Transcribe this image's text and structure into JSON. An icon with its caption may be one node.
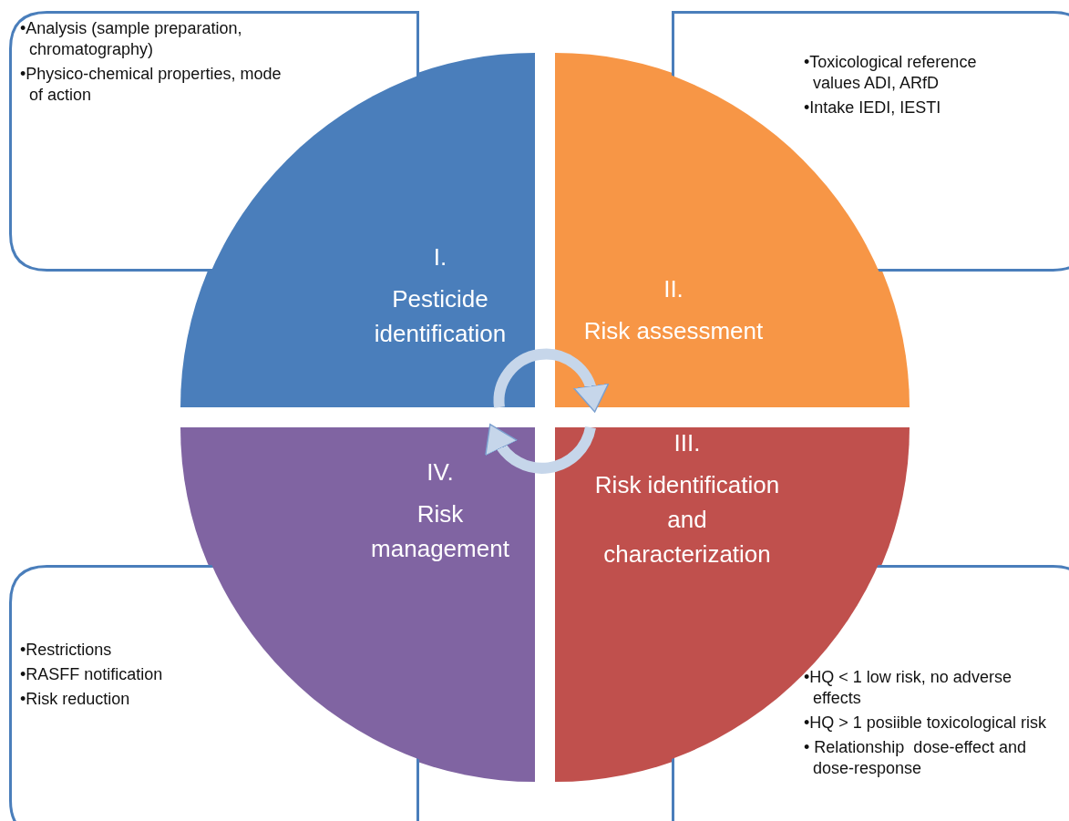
{
  "diagram": {
    "nodes": [
      {
        "text": [
          "•Analysis (sample preparation, chromatography)",
          "•Physico-chemical properties, mode of action"
        ]
      },
      {
        "text": [
          "I.",
          "Pesticide identification"
        ]
      },
      {
        "text": [
          "II.",
          "Risk assessment"
        ]
      },
      {
        "text": [
          "•Toxicological reference values ADI, ARfD",
          "•Intake IEDI, IESTI"
        ]
      },
      {
        "text": [
          "IV.",
          "Risk management"
        ]
      },
      {
        "text": [
          "III.",
          "Risk identification and characterization"
        ]
      },
      {
        "text": [
          "•Restrictions",
          "•RASFF notification",
          "•Risk reduction"
        ]
      },
      {
        "text": [
          "•HQ < 1 low risk, no adverse effects",
          "•HQ > 1 posiible toxicological risk",
          "• Relationship  dose-effect and dose-response"
        ]
      }
    ],
    "edges": [
      {
        "from": 1,
        "to": 2,
        "arrow": "to"
      },
      {
        "from": 5,
        "to": 4,
        "arrow": "to"
      }
    ]
  }
}
